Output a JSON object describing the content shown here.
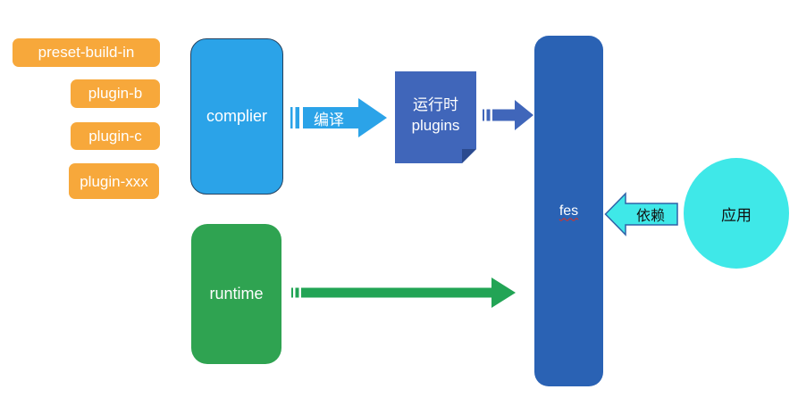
{
  "diagram": {
    "background": "#FFFFFF",
    "plugin_pills": {
      "color": "#F7A83B",
      "items": [
        {
          "label": "preset-build-in"
        },
        {
          "label": "plugin-b"
        },
        {
          "label": "plugin-c"
        },
        {
          "label": "plugin-xxx"
        }
      ]
    },
    "nodes": {
      "complier": {
        "label": "complier",
        "fill": "#2BA3E8",
        "border": "#24415F"
      },
      "runtime_plugins": {
        "line1": "运行时",
        "line2": "plugins",
        "fill": "#4066BA",
        "fold_fill": "#2B4A8F"
      },
      "fes": {
        "label": "fes",
        "fill": "#2A62B4",
        "squiggle_color": "#E0301E"
      },
      "runtime": {
        "label": "runtime",
        "fill": "#2FA351"
      },
      "app": {
        "label": "应用",
        "fill": "#3FE8E8"
      }
    },
    "arrows": {
      "compile": {
        "label": "编译",
        "fill": "#2BA3E8"
      },
      "plugins_to_fes": {
        "fill": "#4066BA"
      },
      "runtime_to_fes": {
        "fill": "#22A455"
      },
      "depend": {
        "label": "依赖",
        "fill": "#3FE8E8",
        "stroke": "#2F62A8"
      }
    }
  }
}
